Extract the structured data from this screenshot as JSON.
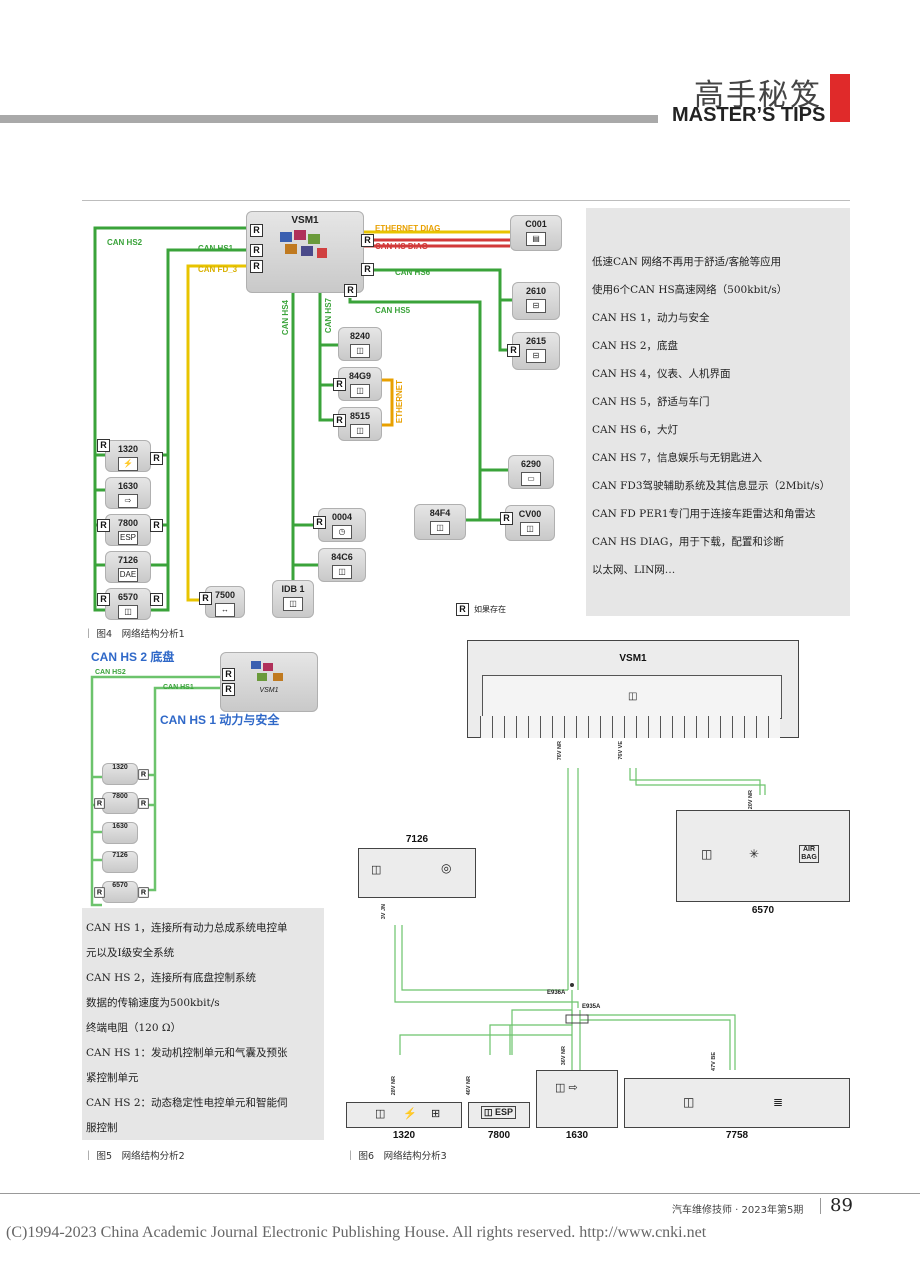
{
  "header": {
    "title_cn": "高手秘笈",
    "title_en": "MASTER’S TIPS"
  },
  "fig4": {
    "caption_num": "图4",
    "caption": "网络结构分析1",
    "vsm": "VSM1",
    "wires": {
      "eth_diag": "ETHERNET DIAG",
      "hs_diag": "CAN HS DIAG",
      "hs2": "CAN HS2",
      "hs1": "CAN HS1",
      "fd3": "CAN FD_3",
      "hs6": "CAN HS6",
      "hs5": "CAN HS5",
      "hs4": "CAN HS4",
      "hs7": "CAN HS7",
      "ethernet": "ETHERNET"
    },
    "modules": [
      "C001",
      "2610",
      "2615",
      "8240",
      "84G9",
      "8515",
      "1320",
      "1630",
      "7800",
      "7126",
      "6570",
      "7500",
      "IDB 1",
      "0004",
      "84C6",
      "84F4",
      "6290",
      "CV00"
    ],
    "r_label": "R",
    "legend": "如果存在",
    "notes": [
      "低速CAN 网络不再用于舒适/客舱等应用",
      "使用6个CAN HS高速网络（500kbit/s）",
      "CAN HS 1，动力与安全",
      "CAN HS 2，底盘",
      "CAN HS 4，仪表、人机界面",
      "CAN HS 5，舒适与车门",
      "CAN HS 6，大灯",
      "CAN HS 7，信息娱乐与无钥匙进入",
      "CAN FD3驾驶辅助系统及其信息显示（2Mbit/s）",
      "CAN FD PER1专门用于连接车距雷达和角雷达",
      "CAN HS DIAG，用于下载，配置和诊断",
      "以太网、LIN网…"
    ]
  },
  "fig5": {
    "caption_num": "图5",
    "caption": "网络结构分析2",
    "title_hs2": "CAN HS 2 底盘",
    "title_hs1": "CAN HS 1 动力与安全",
    "wire_hs2": "CAN HS2",
    "wire_hs1": "CAN HS1",
    "vsm": "VSM1",
    "modules": [
      "1320",
      "7800",
      "1630",
      "7126",
      "6570"
    ],
    "notes": [
      "CAN HS 1，连接所有动力总成系统电控单",
      "元以及Ⅰ级安全系统",
      "CAN HS 2，连接所有底盘控制系统",
      "数据的传输速度为500kbit/s",
      "终端电阻（120 Ω）",
      "CAN HS 1：发动机控制单元和气囊及预张",
      "紧控制单元",
      "CAN HS 2：动态稳定性电控单元和智能伺",
      "服控制"
    ]
  },
  "fig6": {
    "caption_num": "图6",
    "caption": "网络结构分析3",
    "vsm": "VSM1",
    "boxes": [
      "7126",
      "6570",
      "1320",
      "7800",
      "1630",
      "7758"
    ],
    "airbag": "AIR BAG",
    "esp": "ESP",
    "splice1": "E936A",
    "splice2": "E935A",
    "connectors": [
      "76V NR",
      "76V VE",
      "3V JN",
      "20V NR",
      "36V NR",
      "28V NR",
      "46V NR",
      "47V BE"
    ]
  },
  "footer": {
    "journal": "汽车维修技师 · 2023年第5期",
    "page": "89",
    "copyright": "(C)1994-2023 China Academic Journal Electronic Publishing House. All rights reserved.    http://www.cnki.net"
  },
  "colors": {
    "green": "#3aa33a",
    "yellow": "#e8c400",
    "red": "#d23a3a",
    "grey": "#a9a9a9"
  }
}
